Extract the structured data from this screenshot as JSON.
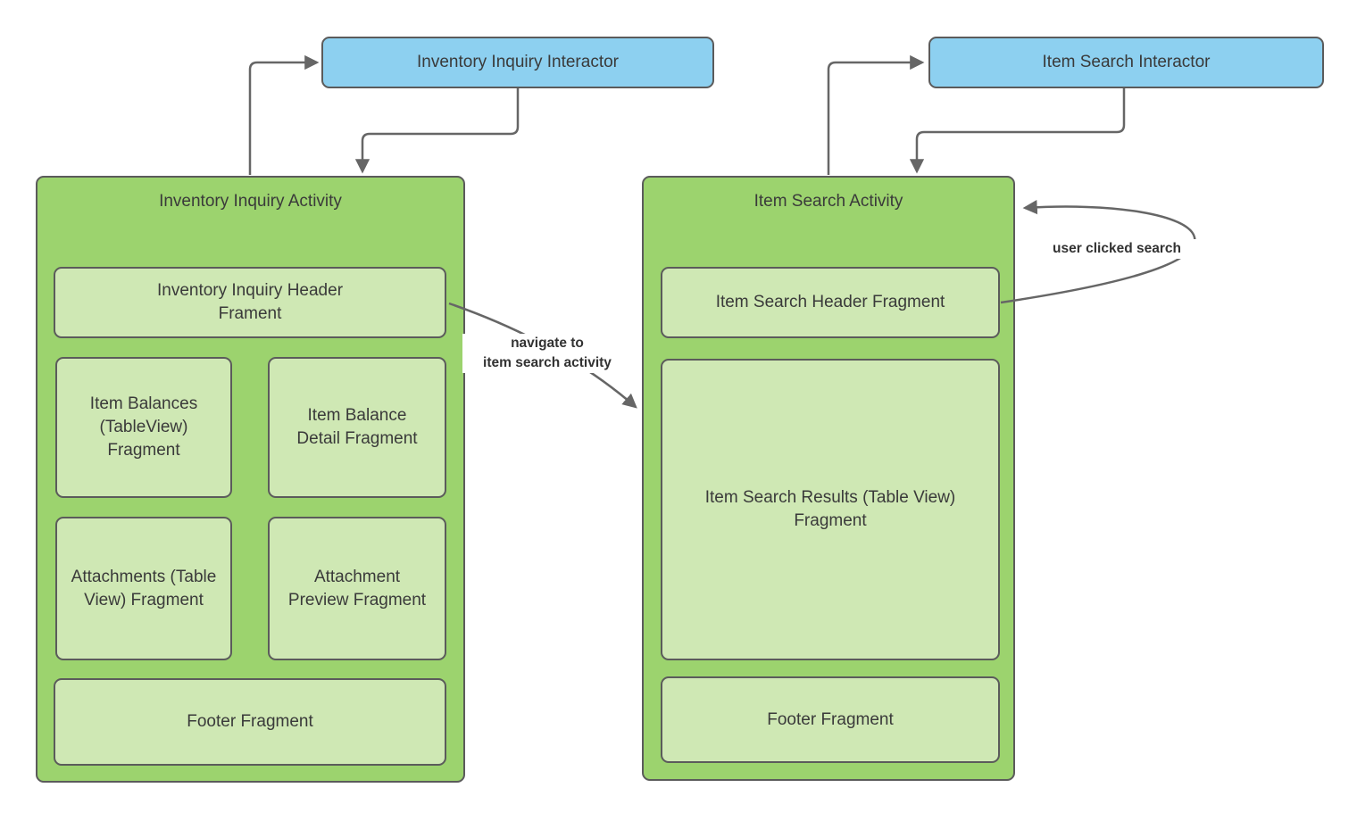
{
  "colors": {
    "canvas_bg": "#ffffff",
    "interactor_fill": "#8dd0f0",
    "activity_fill": "#9cd36e",
    "fragment_fill": "#cfe8b4",
    "shape_border": "#5b5b5b",
    "connector": "#666666",
    "text": "#3a3a3a"
  },
  "interactors": {
    "inventory_inquiry": {
      "label": "Inventory Inquiry Interactor"
    },
    "item_search": {
      "label": "Item Search Interactor"
    }
  },
  "activities": {
    "inventory_inquiry": {
      "title": "Inventory Inquiry Activity",
      "fragments": {
        "header": [
          "Inventory Inquiry Header",
          "Frament"
        ],
        "item_balances": [
          "Item Balances",
          "(TableView)",
          "Fragment"
        ],
        "item_balance_detail": [
          "Item Balance",
          "Detail Fragment"
        ],
        "attachments": [
          "Attachments (Table",
          "View) Fragment"
        ],
        "attachment_preview": [
          "Attachment",
          "Preview Fragment"
        ],
        "footer": [
          "Footer Fragment"
        ]
      }
    },
    "item_search": {
      "title": "Item Search Activity",
      "fragments": {
        "header": [
          "Item Search Header Fragment"
        ],
        "results": [
          "Item Search Results (Table View)",
          "Fragment"
        ],
        "footer": [
          "Footer Fragment"
        ]
      }
    }
  },
  "connector_labels": {
    "navigate": [
      "navigate to",
      "item search activity"
    ],
    "user_clicked_search": [
      "user clicked search"
    ]
  }
}
